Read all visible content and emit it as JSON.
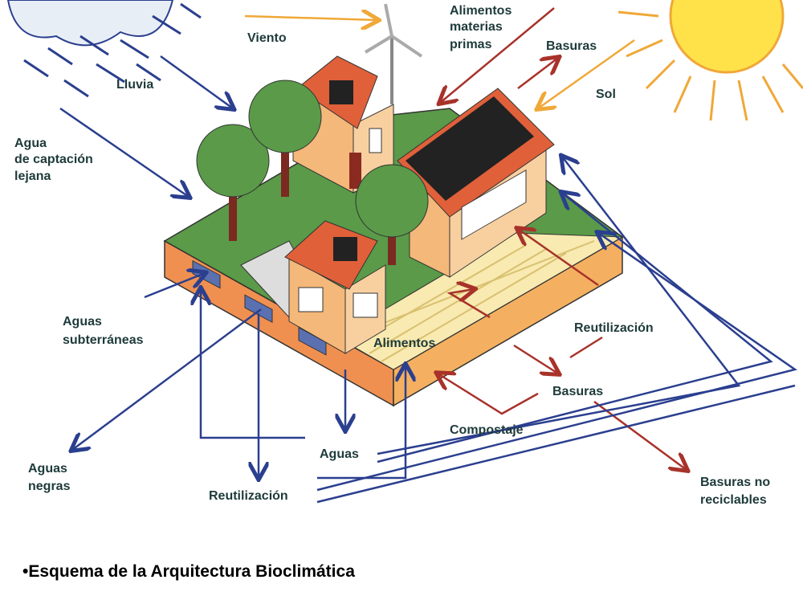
{
  "labels": {
    "viento": "Viento",
    "alimentos_materias_1": "Alimentos",
    "alimentos_materias_2": "materias",
    "alimentos_materias_3": "primas",
    "basuras_top": "Basuras",
    "sol": "Sol",
    "lluvia": "Lluvia",
    "agua_captacion_1": "Agua",
    "agua_captacion_2": "de captación",
    "agua_captacion_3": "lejana",
    "aguas_subterraneas_1": "Aguas",
    "aguas_subterraneas_2": "subterráneas",
    "aguas_negras_1": "Aguas",
    "aguas_negras_2": "negras",
    "alimentos": "Alimentos",
    "reutilizacion_right": "Reutilización",
    "basuras_mid": "Basuras",
    "compostaje": "Compostaje",
    "aguas": "Aguas",
    "reutilizacion_bottom": "Reutilización",
    "basuras_no_reciclables_1": "Basuras no",
    "basuras_no_reciclables_2": "reciclables"
  },
  "caption": "•Esquema de la Arquitectura Bioclimática",
  "colors": {
    "water": "#2b3f8f",
    "waste": "#a8322a",
    "sun": "#f0a838",
    "grass": "#5a9a48",
    "wall": "#f4b87a",
    "roof": "#e0603a"
  }
}
